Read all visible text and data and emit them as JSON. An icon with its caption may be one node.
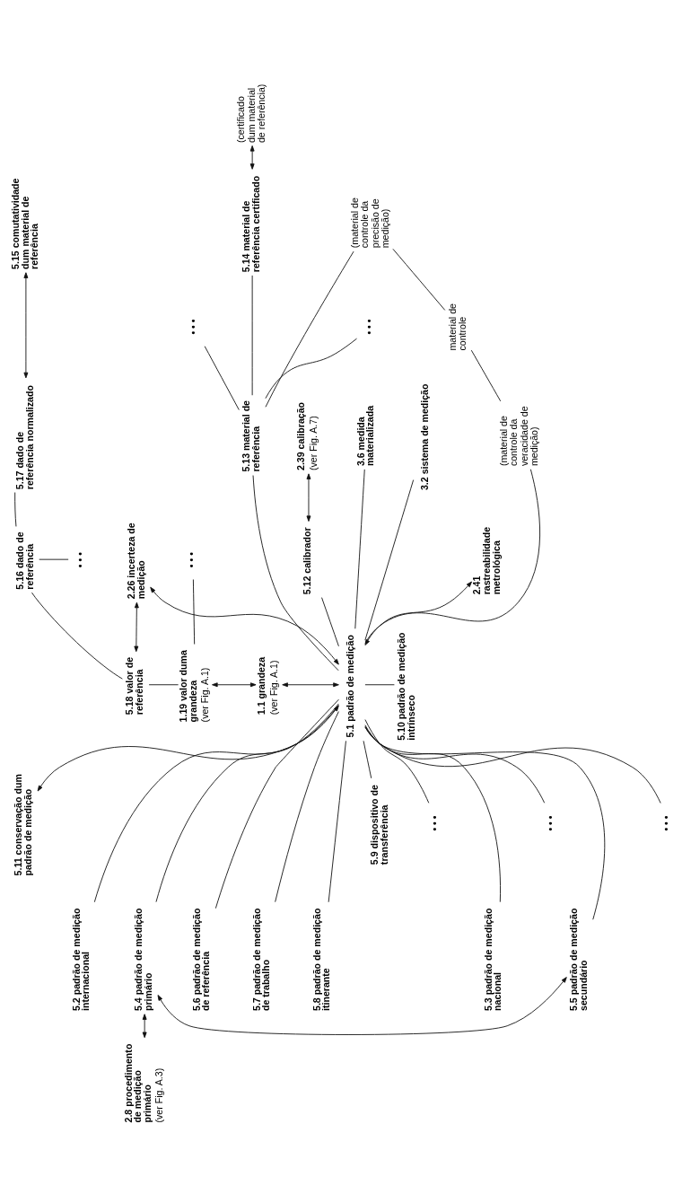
{
  "diagram": {
    "nodes": [
      {
        "text": [
          "5.11 conservação dum padrão de medição"
        ]
      },
      {
        "text": [
          "5.18 valor de referência"
        ]
      },
      {
        "text": [
          "5.16 dado de referência"
        ]
      },
      {
        "text": [
          "• • •"
        ]
      },
      {
        "text": [
          "5.17 dado de referência normalizado"
        ]
      },
      {
        "text": [
          "5.15 comutatividade dum material de referência"
        ]
      },
      {
        "text": [
          "5.2 padrão de medição internacional"
        ]
      },
      {
        "text": [
          "5.3 padrão de medição nacional"
        ]
      },
      {
        "text": [
          "• • •"
        ]
      },
      {
        "text": [
          "1.19 valor duma grandeza",
          "(ver Fig. A.1)"
        ]
      },
      {
        "text": [
          "• • •"
        ]
      },
      {
        "text": [
          "2.26 incerteza de medição"
        ]
      },
      {
        "text": [
          "5.13 material de referência"
        ]
      },
      {
        "text": [
          "• • •"
        ]
      },
      {
        "text": [
          "5.14 material de referência certificado"
        ]
      },
      {
        "text": [
          "3.2 sistema de medição"
        ]
      },
      {
        "text": [
          "2.8 procedimento de medição primário",
          "(ver Fig. A.3)"
        ]
      },
      {
        "text": [
          "5.4 padrão de medição primário"
        ]
      },
      {
        "text": [
          "• • •"
        ]
      },
      {
        "text": [
          "1.1 grandeza",
          "(ver Fig. A.1)"
        ]
      },
      {
        "text": [
          "3.6 medida materializada"
        ]
      },
      {
        "text": [
          "• • •"
        ]
      },
      {
        "text": [
          "(certificado dum material de referência)"
        ]
      },
      {
        "text": [
          "5.5 padrão de medição secundário"
        ]
      },
      {
        "text": [
          "• • •"
        ]
      },
      {
        "text": [
          "5.1 padrão de medição"
        ]
      },
      {
        "text": [
          "(material de controle da veracidade de medição)"
        ]
      },
      {
        "text": [
          "(material de controle da precisão de medição)"
        ]
      },
      {
        "text": [
          "5.12 calibrador"
        ]
      },
      {
        "text": [
          "5.6 padrão de medição de referência"
        ]
      },
      {
        "text": [
          "5.7 padrão de medição de trabalho"
        ]
      },
      {
        "text": [
          "2.41 rastreabilidade metrológica"
        ]
      },
      {
        "text": [
          "2.39 calibração",
          "(ver Fig. A.7)"
        ]
      },
      {
        "text": [
          "material de controle"
        ]
      },
      {
        "text": [
          "5.8 padrão de medição itinerante"
        ]
      },
      {
        "text": [
          "5.9 dispositivo de transferência"
        ]
      },
      {
        "text": [
          "5.10 padrão de medição intrínseco"
        ]
      }
    ],
    "edges": [
      {
        "from": 0,
        "to": 25,
        "arrow": "both"
      },
      {
        "from": 1,
        "to": 11,
        "arrow": "both"
      },
      {
        "from": 9,
        "to": 19,
        "arrow": "both"
      },
      {
        "from": 19,
        "to": 25,
        "arrow": "both"
      },
      {
        "from": 25,
        "to": 11,
        "arrow": "both"
      },
      {
        "from": 25,
        "to": 31,
        "arrow": "both"
      },
      {
        "from": 28,
        "to": 32,
        "arrow": "both"
      },
      {
        "from": 4,
        "to": 5,
        "arrow": "both"
      },
      {
        "from": 14,
        "to": 22,
        "arrow": "both"
      },
      {
        "from": 17,
        "to": 23,
        "arrow": "both"
      },
      {
        "from": 16,
        "to": 17,
        "arrow": "both"
      },
      {
        "from": 6,
        "to": 25,
        "arrow": "none"
      },
      {
        "from": 7,
        "to": 25,
        "arrow": "none"
      },
      {
        "from": 8,
        "to": 25,
        "arrow": "none"
      },
      {
        "from": 17,
        "to": 25,
        "arrow": "none"
      },
      {
        "from": 18,
        "to": 25,
        "arrow": "none"
      },
      {
        "from": 23,
        "to": 25,
        "arrow": "none"
      },
      {
        "from": 24,
        "to": 25,
        "arrow": "none"
      },
      {
        "from": 29,
        "to": 25,
        "arrow": "none"
      },
      {
        "from": 30,
        "to": 25,
        "arrow": "none"
      },
      {
        "from": 34,
        "to": 25,
        "arrow": "none"
      },
      {
        "from": 35,
        "to": 25,
        "arrow": "none"
      },
      {
        "from": 25,
        "to": 36,
        "arrow": "none"
      },
      {
        "from": 25,
        "to": 12,
        "arrow": "none"
      },
      {
        "from": 25,
        "to": 15,
        "arrow": "none"
      },
      {
        "from": 25,
        "to": 20,
        "arrow": "none"
      },
      {
        "from": 25,
        "to": 28,
        "arrow": "none"
      },
      {
        "from": 25,
        "to": 26,
        "arrow": "none"
      },
      {
        "from": 12,
        "to": 13,
        "arrow": "none"
      },
      {
        "from": 12,
        "to": 14,
        "arrow": "none"
      },
      {
        "from": 12,
        "to": 21,
        "arrow": "none"
      },
      {
        "from": 12,
        "to": 27,
        "arrow": "none"
      },
      {
        "from": 26,
        "to": 33,
        "arrow": "none"
      },
      {
        "from": 33,
        "to": 27,
        "arrow": "none"
      },
      {
        "from": 2,
        "to": 4,
        "arrow": "none"
      },
      {
        "from": 1,
        "to": 2,
        "arrow": "none"
      },
      {
        "from": 2,
        "to": 3,
        "arrow": "none"
      },
      {
        "from": 1,
        "to": 9,
        "arrow": "none"
      },
      {
        "from": 9,
        "to": 10,
        "arrow": "none"
      }
    ]
  }
}
